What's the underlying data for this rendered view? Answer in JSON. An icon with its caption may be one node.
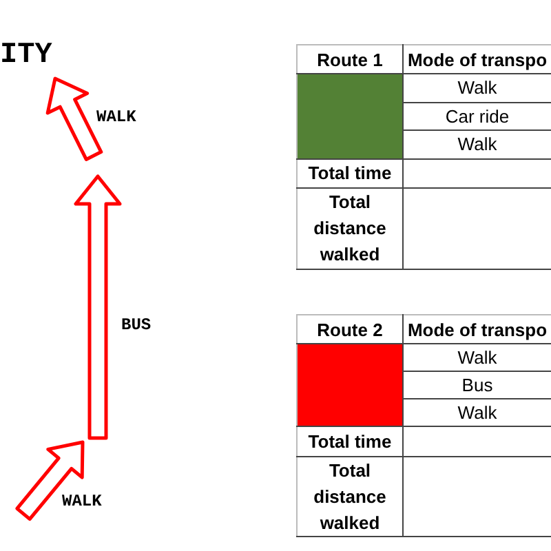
{
  "diagram": {
    "labels": [
      "ITY",
      "WALK",
      "BUS",
      "WALK",
      "Route 1",
      "Mode of transpo",
      "Walk",
      "Car ride",
      "Walk",
      "Total time",
      "Total distance walked",
      "Route 2",
      "Mode of transpo",
      "Walk",
      "Bus",
      "Walk",
      "Total time",
      "Total distance walked"
    ]
  }
}
